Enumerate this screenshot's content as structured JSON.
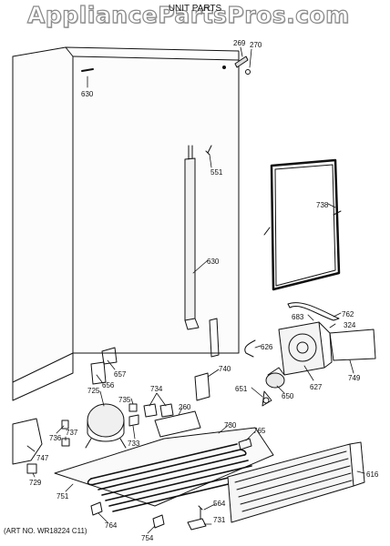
{
  "watermark": "AppliancePartsPros.com",
  "title": "UNIT PARTS",
  "art_no": "(ART NO. WR18224 C11)",
  "callouts": [
    {
      "id": "c269",
      "label": "269"
    },
    {
      "id": "c270",
      "label": "270"
    },
    {
      "id": "c630a",
      "label": "630"
    },
    {
      "id": "c551",
      "label": "551"
    },
    {
      "id": "c738",
      "label": "738"
    },
    {
      "id": "c630b",
      "label": "630"
    },
    {
      "id": "c762",
      "label": "762"
    },
    {
      "id": "c683",
      "label": "683"
    },
    {
      "id": "c324",
      "label": "324"
    },
    {
      "id": "c626",
      "label": "626"
    },
    {
      "id": "c657",
      "label": "657"
    },
    {
      "id": "c656",
      "label": "656"
    },
    {
      "id": "c740",
      "label": "740"
    },
    {
      "id": "c749",
      "label": "749"
    },
    {
      "id": "c627",
      "label": "627"
    },
    {
      "id": "c651",
      "label": "651"
    },
    {
      "id": "c650",
      "label": "650"
    },
    {
      "id": "c725",
      "label": "725"
    },
    {
      "id": "c735",
      "label": "735"
    },
    {
      "id": "c734",
      "label": "734"
    },
    {
      "id": "c260",
      "label": "260"
    },
    {
      "id": "c730",
      "label": "730"
    },
    {
      "id": "c765",
      "label": "765"
    },
    {
      "id": "c736",
      "label": "736"
    },
    {
      "id": "c737",
      "label": "737"
    },
    {
      "id": "c733",
      "label": "733"
    },
    {
      "id": "c747",
      "label": "747"
    },
    {
      "id": "c616",
      "label": "616"
    },
    {
      "id": "c729",
      "label": "729"
    },
    {
      "id": "c751",
      "label": "751"
    },
    {
      "id": "c564",
      "label": "564"
    },
    {
      "id": "c764",
      "label": "764"
    },
    {
      "id": "c731",
      "label": "731"
    },
    {
      "id": "c754",
      "label": "754"
    }
  ]
}
